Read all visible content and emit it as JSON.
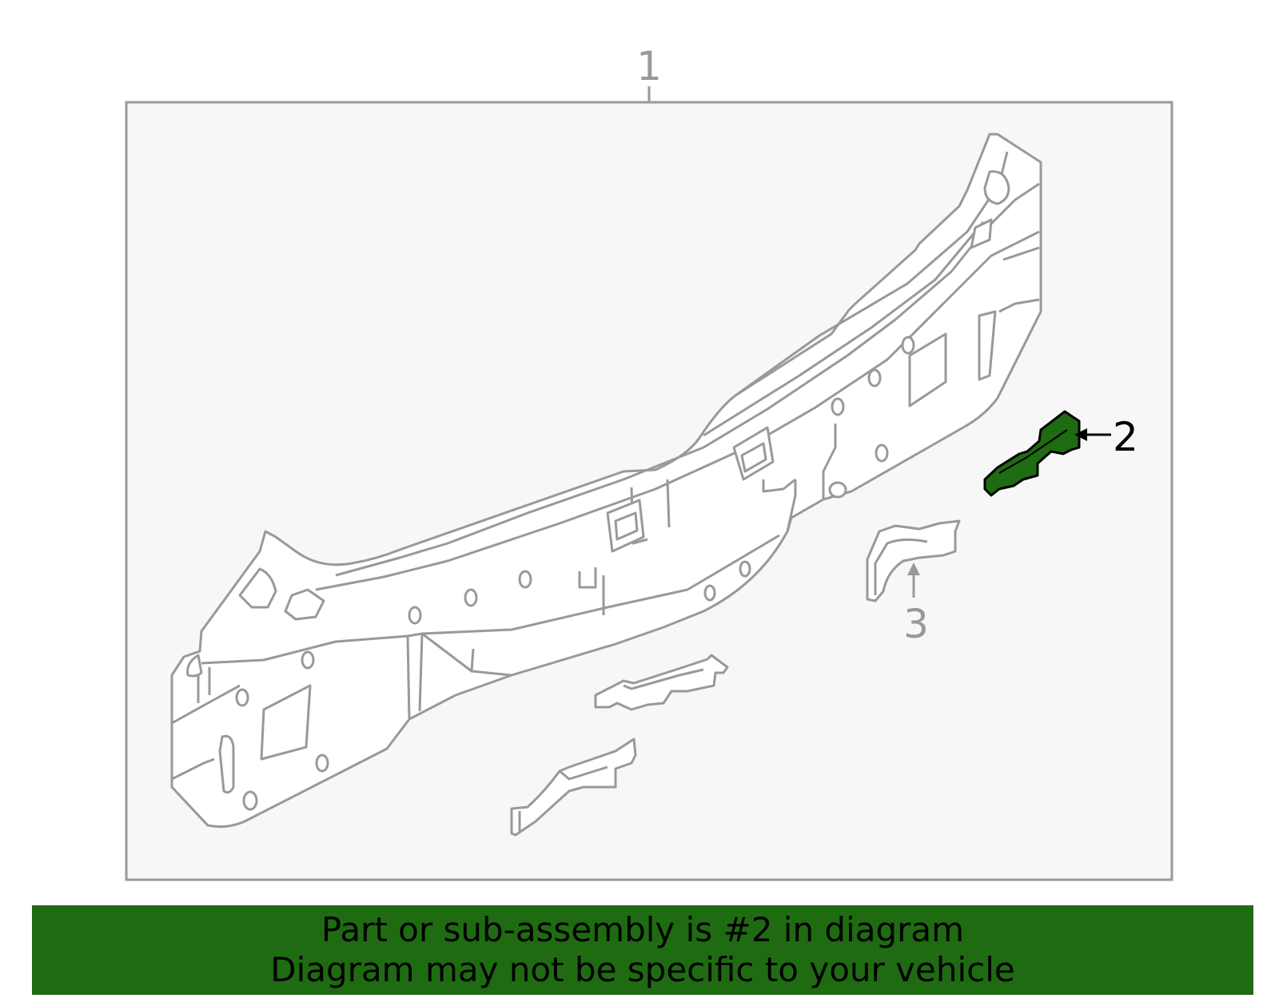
{
  "callouts": {
    "part1": "1",
    "part2": "2",
    "part3": "3"
  },
  "highlight": {
    "part_number": "2",
    "color": "#1f6b12"
  },
  "banner": {
    "line1": "Part or sub-assembly is #2 in diagram",
    "line2": "Diagram may not be specific to your vehicle"
  },
  "colors": {
    "frame": "#999999",
    "frame_fill": "#f7f7f7",
    "line_art": "#999999",
    "banner_bg": "#1f6b12"
  }
}
